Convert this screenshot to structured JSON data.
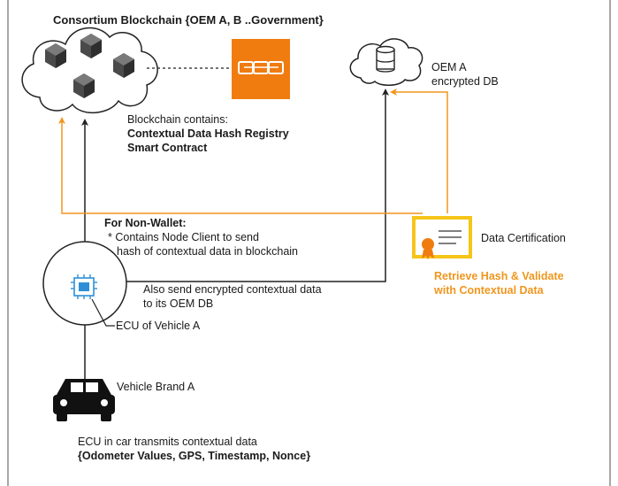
{
  "title": "Consortium Blockchain {OEM A, B ..Government}",
  "blockchain_note": {
    "line1": "Blockchain contains:",
    "line2": "Contextual Data Hash Registry",
    "line3": "Smart Contract"
  },
  "oem_db": {
    "line1": "OEM A",
    "line2": "encrypted DB"
  },
  "non_wallet": {
    "heading": "For Non-Wallet:",
    "line1": "* Contains Node Client to send",
    "line2": "hash of contextual data in blockchain"
  },
  "send_note": {
    "line1": "Also send encrypted contextual data",
    "line2": "to its OEM DB"
  },
  "ecu_label": "ECU of Vehicle A",
  "vehicle_label": "Vehicle Brand A",
  "data_certification": "Data Certification",
  "retrieve": {
    "line1": "Retrieve Hash & Validate",
    "line2": "with Contextual Data"
  },
  "footer": {
    "line1": "ECU in car transmits contextual data",
    "line2": "{Odometer Values, GPS, Timestamp, Nonce}"
  },
  "colors": {
    "accent_orange": "#f0961e",
    "chain_icon_fill": "#f07c10",
    "cert_frame": "#f5c518",
    "ecu_chip": "#2f8fd6",
    "line": "#222222",
    "border": "#8a8a8a"
  },
  "icons": [
    "cloud-icon",
    "cube-icon",
    "chain-link-icon",
    "database-icon",
    "certificate-icon",
    "chip-icon",
    "car-icon"
  ]
}
